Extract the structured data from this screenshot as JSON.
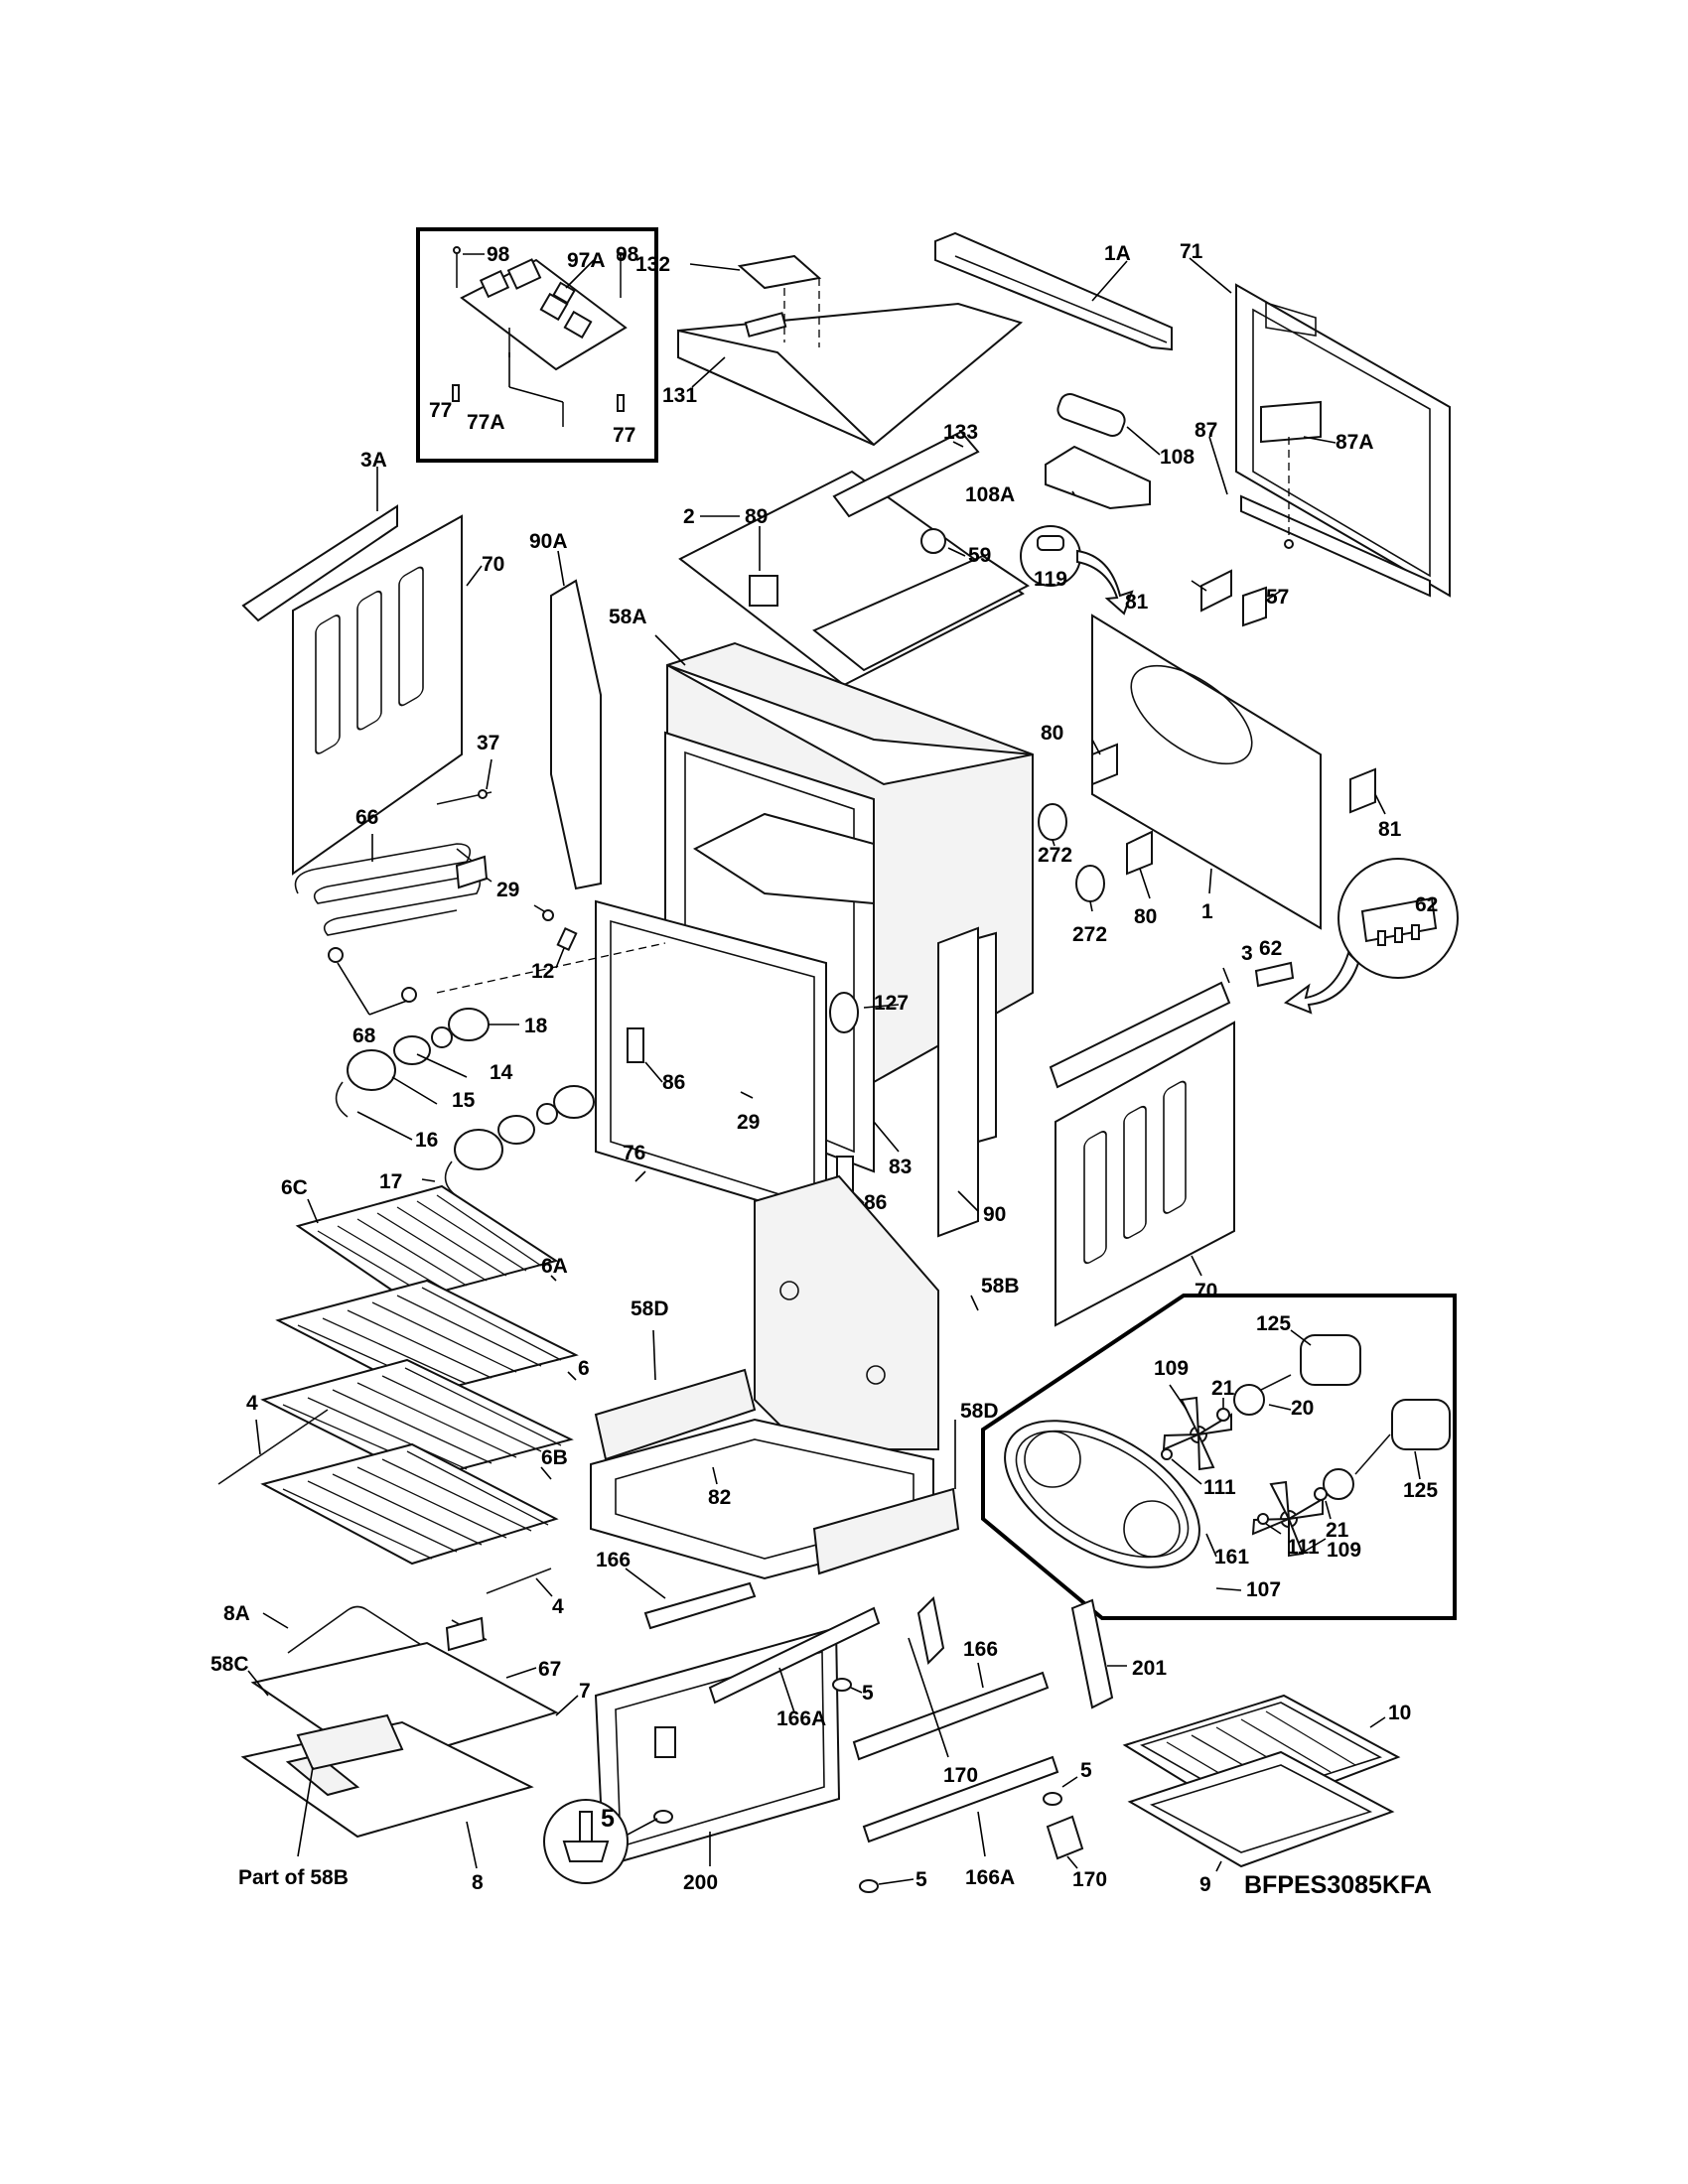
{
  "diagram": {
    "model_code": "BFPES3085KFA",
    "labels": {
      "l_98a": "98",
      "l_97a": "97A",
      "l_98b": "98",
      "l_77a": "77",
      "l_77A": "77A",
      "l_77b": "77",
      "l_132": "132",
      "l_131": "131",
      "l_1A": "1A",
      "l_71": "71",
      "l_87": "87",
      "l_87A": "87A",
      "l_133": "133",
      "l_108": "108",
      "l_108A": "108A",
      "l_89": "89",
      "l_2": "2",
      "l_59": "59",
      "l_119": "119",
      "l_3A": "3A",
      "l_70a": "70",
      "l_90A": "90A",
      "l_58A": "58A",
      "l_81a": "81",
      "l_57": "57",
      "l_37": "37",
      "l_80a": "80",
      "l_81b": "81",
      "l_66": "66",
      "l_29a": "29",
      "l_272a": "272",
      "l_80b": "80",
      "l_1": "1",
      "l_62a": "62",
      "l_62b": "62",
      "l_272b": "272",
      "l_12": "12",
      "l_3": "3",
      "l_68": "68",
      "l_127": "127",
      "l_18": "18",
      "l_14": "14",
      "l_86a": "86",
      "l_15": "15",
      "l_29b": "29",
      "l_16": "16",
      "l_76": "76",
      "l_83": "83",
      "l_17": "17",
      "l_6C": "6C",
      "l_86b": "86",
      "l_90": "90",
      "l_70b": "70",
      "l_6A": "6A",
      "l_58D_a": "58D",
      "l_58B": "58B",
      "l_125a": "125",
      "l_109a": "109",
      "l_21a": "21",
      "l_6": "6",
      "l_20": "20",
      "l_58D_b": "58D",
      "l_4a": "4",
      "l_82": "82",
      "l_111a": "111",
      "l_21b": "21",
      "l_125b": "125",
      "l_6B": "6B",
      "l_111b": "111",
      "l_109b": "109",
      "l_161": "161",
      "l_107": "107",
      "l_166a": "166",
      "l_4b": "4",
      "l_8A": "8A",
      "l_166b": "166",
      "l_201": "201",
      "l_58C": "58C",
      "l_67": "67",
      "l_5a": "5",
      "l_7": "7",
      "l_166Aa": "166A",
      "l_10": "10",
      "l_170a": "170",
      "l_5b": "5",
      "l_5c": "5",
      "l_part58B": "Part of 58B",
      "l_8": "8",
      "l_200": "200",
      "l_166Ab": "166A",
      "l_5d": "5",
      "l_170b": "170",
      "l_9": "9"
    }
  }
}
